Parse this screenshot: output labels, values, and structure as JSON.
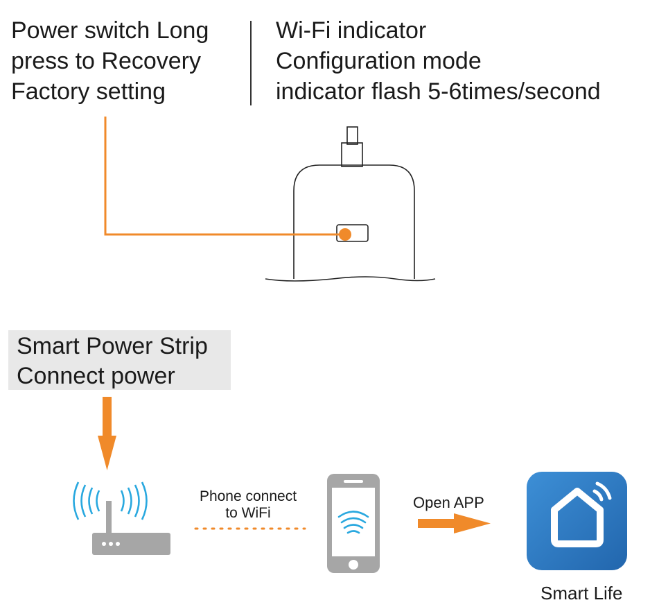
{
  "notes": {
    "power_switch": [
      "Power switch Long",
      "press to Recovery",
      "Factory setting"
    ],
    "wifi_indicator": [
      "Wi-Fi indicator",
      "Configuration mode",
      "indicator flash 5-6times/second"
    ]
  },
  "steps": {
    "connect_power": [
      "Smart Power Strip",
      "Connect power"
    ],
    "phone_connect": [
      "Phone connect",
      "to WiFi"
    ],
    "open_app": "Open APP",
    "app_name": "Smart Life"
  },
  "colors": {
    "accent_orange": "#f08a2a",
    "wifi_blue": "#29a8df",
    "device_gray": "#a6a6a6",
    "app_blue": "#2e7fc4"
  },
  "icons": [
    "router-icon",
    "smartphone-icon",
    "wifi-icon",
    "arrow-right-icon",
    "arrow-down-icon",
    "smart-life-app-icon"
  ]
}
